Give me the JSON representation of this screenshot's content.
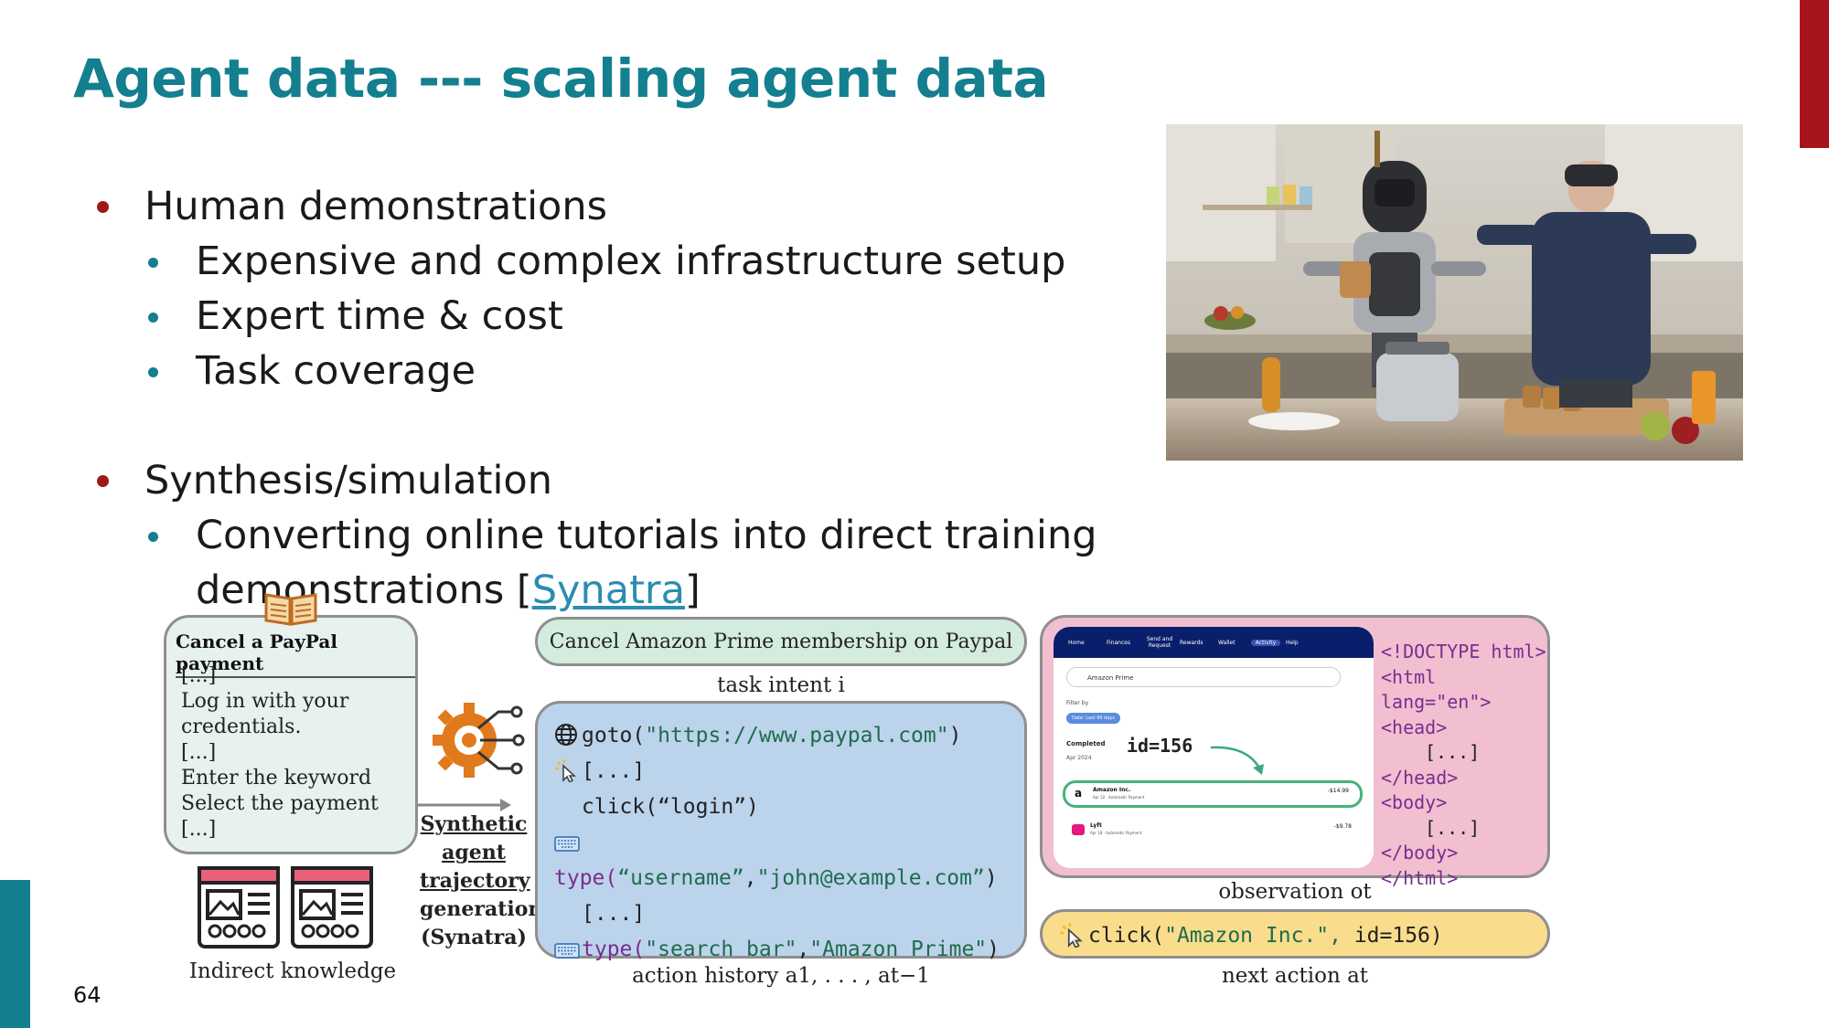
{
  "slide": {
    "title": "Agent data --- scaling agent data",
    "page_number": "64"
  },
  "bullets": {
    "human": "Human demonstrations",
    "human_sub": [
      "Expensive and complex infrastructure setup",
      "Expert time & cost",
      "Task coverage"
    ],
    "synthesis": "Synthesis/simulation",
    "synthesis_sub_text": "Converting online tutorials into direct training demonstrations [",
    "synthesis_link": "Synatra",
    "synthesis_close": "]"
  },
  "diagram": {
    "tutorial_title": "Cancel a PayPal payment",
    "tutorial_lines": [
      "[...]",
      "Log in with your",
      "credentials.",
      "[...]",
      "Enter the keyword",
      "Select the payment",
      "[...]"
    ],
    "indirect_label": "Indirect knowledge",
    "synth_label": [
      "Synthetic",
      "agent",
      "trajectory",
      "generation",
      "(Synatra)"
    ],
    "task_intent_text": "Cancel Amazon Prime membership on Paypal",
    "task_intent_label": "task intent i",
    "action_history": {
      "l1_fn": "goto(",
      "l1_str": "\"https://www.paypal.com\"",
      "l1_end": ")",
      "l2": "[...]",
      "l3": "click(“login”)",
      "l4_fn": "type(",
      "l4_str1": "“username”",
      "l4_sep": ",",
      "l4_str2": "\"john@example.com”",
      "l4_end": ")",
      "l5": "[...]",
      "l6_fn": "type(",
      "l6_str1": "\"search bar\"",
      "l6_sep": ",",
      "l6_str2": "\"Amazon Prime\"",
      "l6_end": ")"
    },
    "action_history_label": "action history a1, . . . , at−1",
    "screen": {
      "nav": [
        "Home",
        "Finances",
        "Send and Request",
        "Rewards",
        "Wallet",
        "Activity",
        "Help"
      ],
      "search_value": "Amazon Prime",
      "filter_label": "Filter by",
      "filter_chip": "Date: Last 90 days",
      "completed_label": "Completed",
      "date_label": "Apr 2024",
      "id_label": "id=156",
      "row1_name": "Amazon Inc.",
      "row1_sub": "Apr 22 · Automatic Payment",
      "row1_amount": "-$14.99",
      "row2_name": "Lyft",
      "row2_sub": "Apr 18 · Automatic Payment",
      "row2_amount": "-$9.78"
    },
    "html_lines": [
      "<!DOCTYPE html>",
      "<html lang=\"en\">",
      "<head>",
      "[...]",
      "</head>",
      "<body>",
      "[...]",
      "</body>",
      "</html>"
    ],
    "observation_label": "observation ot",
    "next_action": {
      "fn": "click(",
      "str": "\"Amazon Inc.\",",
      "id": " id=156",
      "end": ")"
    },
    "next_action_label": "next action at"
  },
  "colors": {
    "title": "#137f8f",
    "bullet_primary": "#a01919",
    "bullet_secondary": "#137f8f",
    "task_intent_bg": "#d3ecdd",
    "action_bg": "#bcd3ec",
    "observation_bg": "#f1bfd0",
    "next_action_bg": "#f9dd8c"
  }
}
